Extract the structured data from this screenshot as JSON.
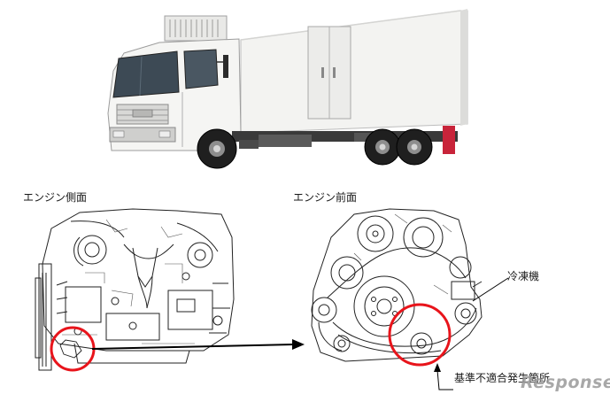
{
  "labels": {
    "engine_side": "エンジン側面",
    "engine_front": "エンジン前面",
    "refrigerator": "冷凍機",
    "defect_location": "基準不適合発生箇所"
  },
  "watermark": "Response.",
  "colors": {
    "highlight_circle": "#e8141b",
    "line_art": "#222222",
    "truck_body": "#f4f4f2",
    "mud_flap": "#c8243a"
  },
  "icons": {
    "truck": "refrigerated-truck-illustration",
    "engine_side": "engine-side-view-drawing",
    "engine_front": "engine-front-view-drawing"
  }
}
